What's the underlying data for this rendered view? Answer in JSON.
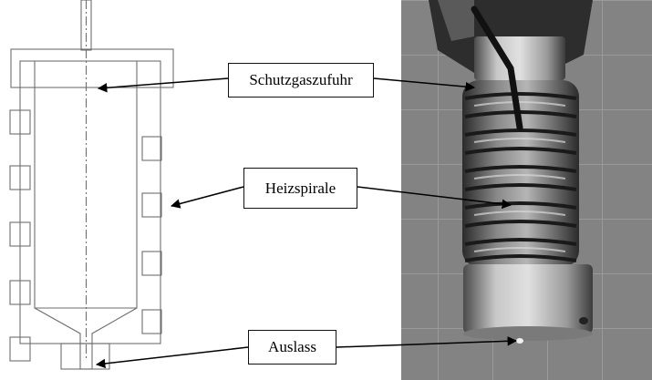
{
  "callouts": {
    "gas_inlet": "Schutzgaszufuhr",
    "heating_coil": "Heizspirale",
    "outlet": "Auslass"
  },
  "colors": {
    "line": "#6e6e6e",
    "arrow": "#000000",
    "photo_background": "#7d7d7d",
    "photo_metal": "#b9b9b9",
    "photo_dark": "#2a2a2a"
  },
  "icons": [
    "technical-drawing",
    "furnace-photo"
  ]
}
